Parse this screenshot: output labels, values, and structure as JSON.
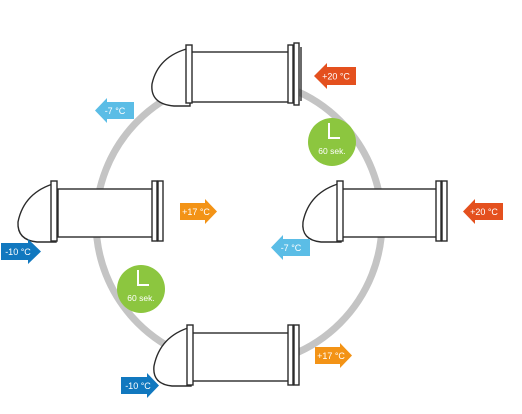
{
  "colors": {
    "ring": "#c4c4c4",
    "outline": "#2a2a2a",
    "hot": "#e4501e",
    "warm": "#f39316",
    "cool": "#5bbde6",
    "cold": "#1178bf",
    "timer": "#8cc63f"
  },
  "icons": [
    "clock-icon"
  ],
  "arrows": {
    "top_right_hot": "+20 °C",
    "top_left_cool": "-7 °C",
    "middle_right_hot": "+20 °C",
    "middle_right_cool": "-7 °C",
    "middle_left_warm": "+17 °C",
    "middle_left_cold": "-10 °C",
    "bottom_warm": "+17 °C",
    "bottom_cold": "-10 °C"
  },
  "timers": {
    "right": "60 sek.",
    "left": "60 sek."
  }
}
